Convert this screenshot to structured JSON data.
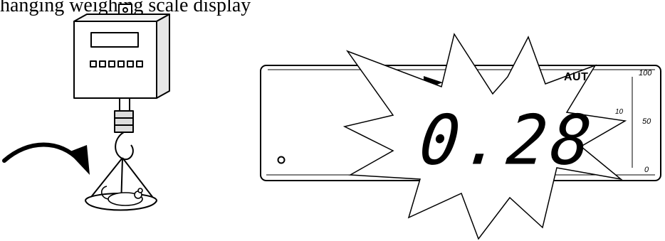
{
  "caption": "hanging weighing scale display",
  "display": {
    "reading": "0.28",
    "mode_label": "AUT",
    "scale_top": "100",
    "scale_mid": "50",
    "scale_bottom": "0",
    "scale_small": "10"
  },
  "icons": [
    "hanging-scale-icon",
    "curved-arrow-icon",
    "mouse-in-pan-icon",
    "balance-indicator-icon",
    "starburst-icon",
    "power-led-icon"
  ],
  "colors": {
    "ink": "#000000",
    "background": "#ffffff"
  }
}
